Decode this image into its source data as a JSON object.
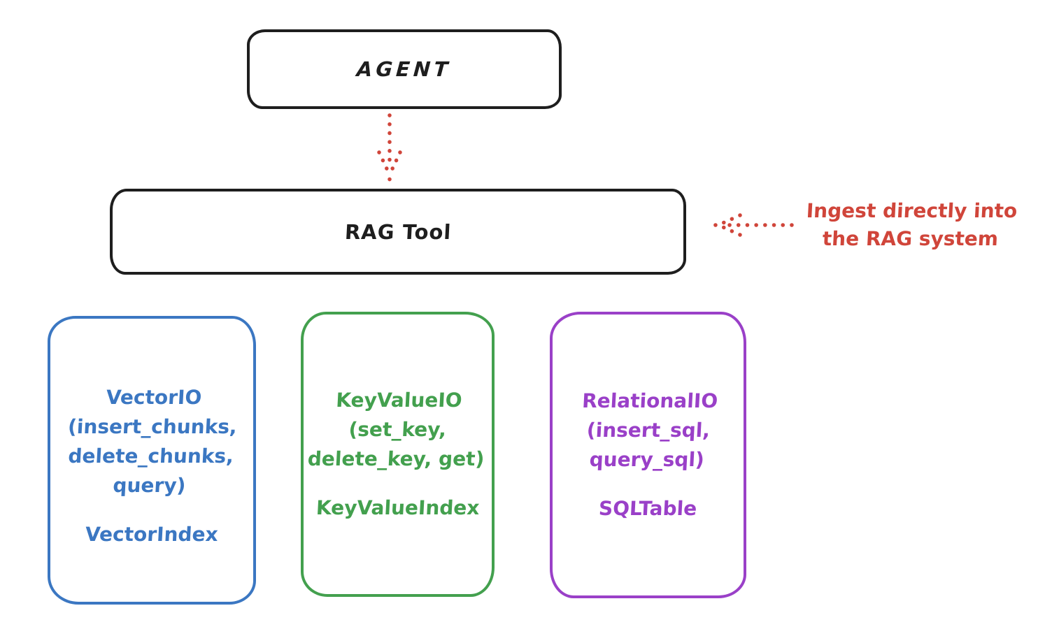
{
  "nodes": {
    "agent_label": "AGENT",
    "rag_tool_label": "RAG Tool"
  },
  "annotation": {
    "text": "Ingest directly into\nthe RAG system",
    "color": "#d0453a"
  },
  "backends": [
    {
      "name": "VectorIO",
      "color": "#3b77c2",
      "io_label": "VectorIO\n(insert_chunks,\ndelete_chunks,\nquery)",
      "index_label": "VectorIndex"
    },
    {
      "name": "KeyValueIO",
      "color": "#43a04e",
      "io_label": "KeyValueIO\n(set_key,\ndelete_key, get)",
      "index_label": "KeyValueIndex"
    },
    {
      "name": "RelationalIO",
      "color": "#9a40c8",
      "io_label": "RelationalIO\n(insert_sql,\nquery_sql)",
      "index_label": "SQLTable"
    }
  ],
  "colors": {
    "node_stroke": "#1e1e1e",
    "accent_red": "#d0453a",
    "background": "#ffffff"
  }
}
